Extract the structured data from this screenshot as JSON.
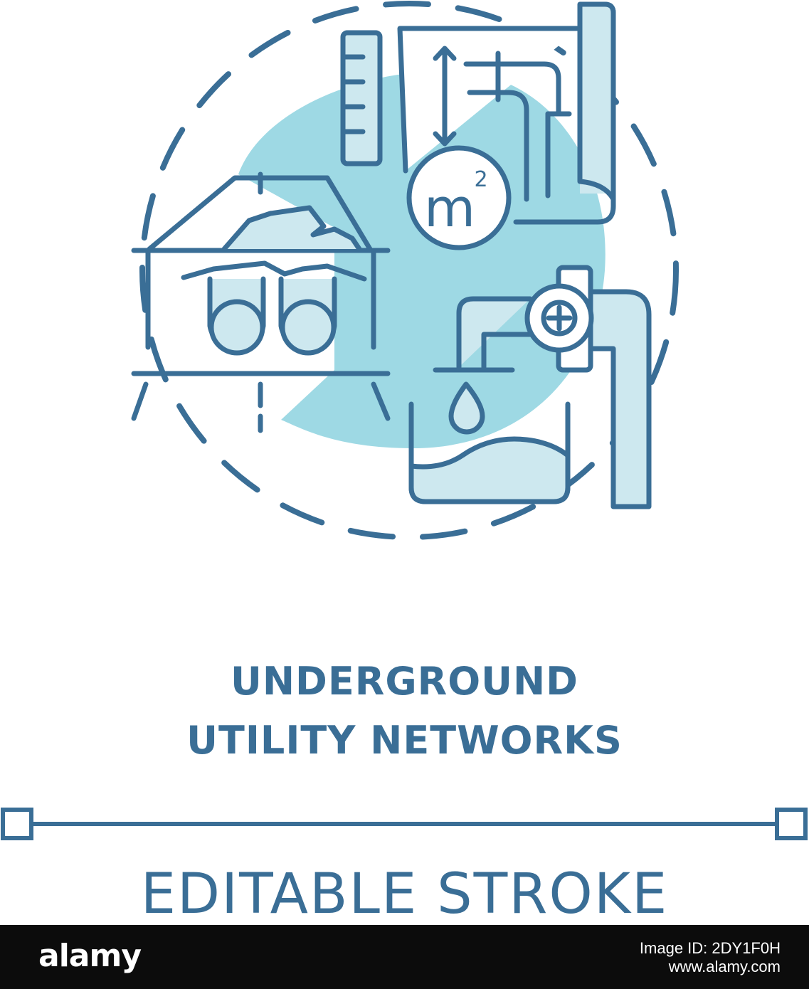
{
  "colors": {
    "stroke": "#3a6e96",
    "fill_light": "#cde8ef",
    "fill_blob": "#9ed9e4",
    "background": "#ffffff",
    "footer_bg": "#0c0c0c"
  },
  "icon": {
    "name": "underground-utility-networks-icon",
    "unit_label": "m",
    "unit_exponent": "2"
  },
  "title": {
    "line1": "UNDERGROUND",
    "line2": "UTILITY NETWORKS"
  },
  "caption": "EDITABLE STROKE",
  "footer": {
    "logo": "alamy",
    "image_id": "Image ID: 2DY1F0H",
    "site": "www.alamy.com"
  }
}
